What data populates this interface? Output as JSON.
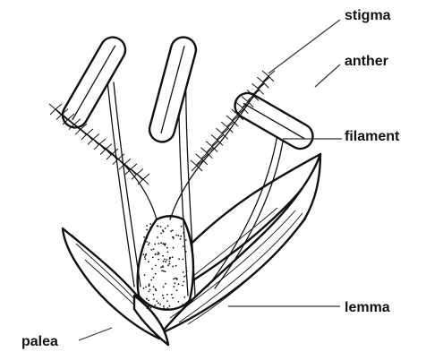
{
  "labels": {
    "stigma": "stigma",
    "anther": "anther",
    "filament": "filament",
    "lemma": "lemma",
    "palea": "palea"
  },
  "colors": {
    "ink": "#111111",
    "background": "#ffffff"
  }
}
